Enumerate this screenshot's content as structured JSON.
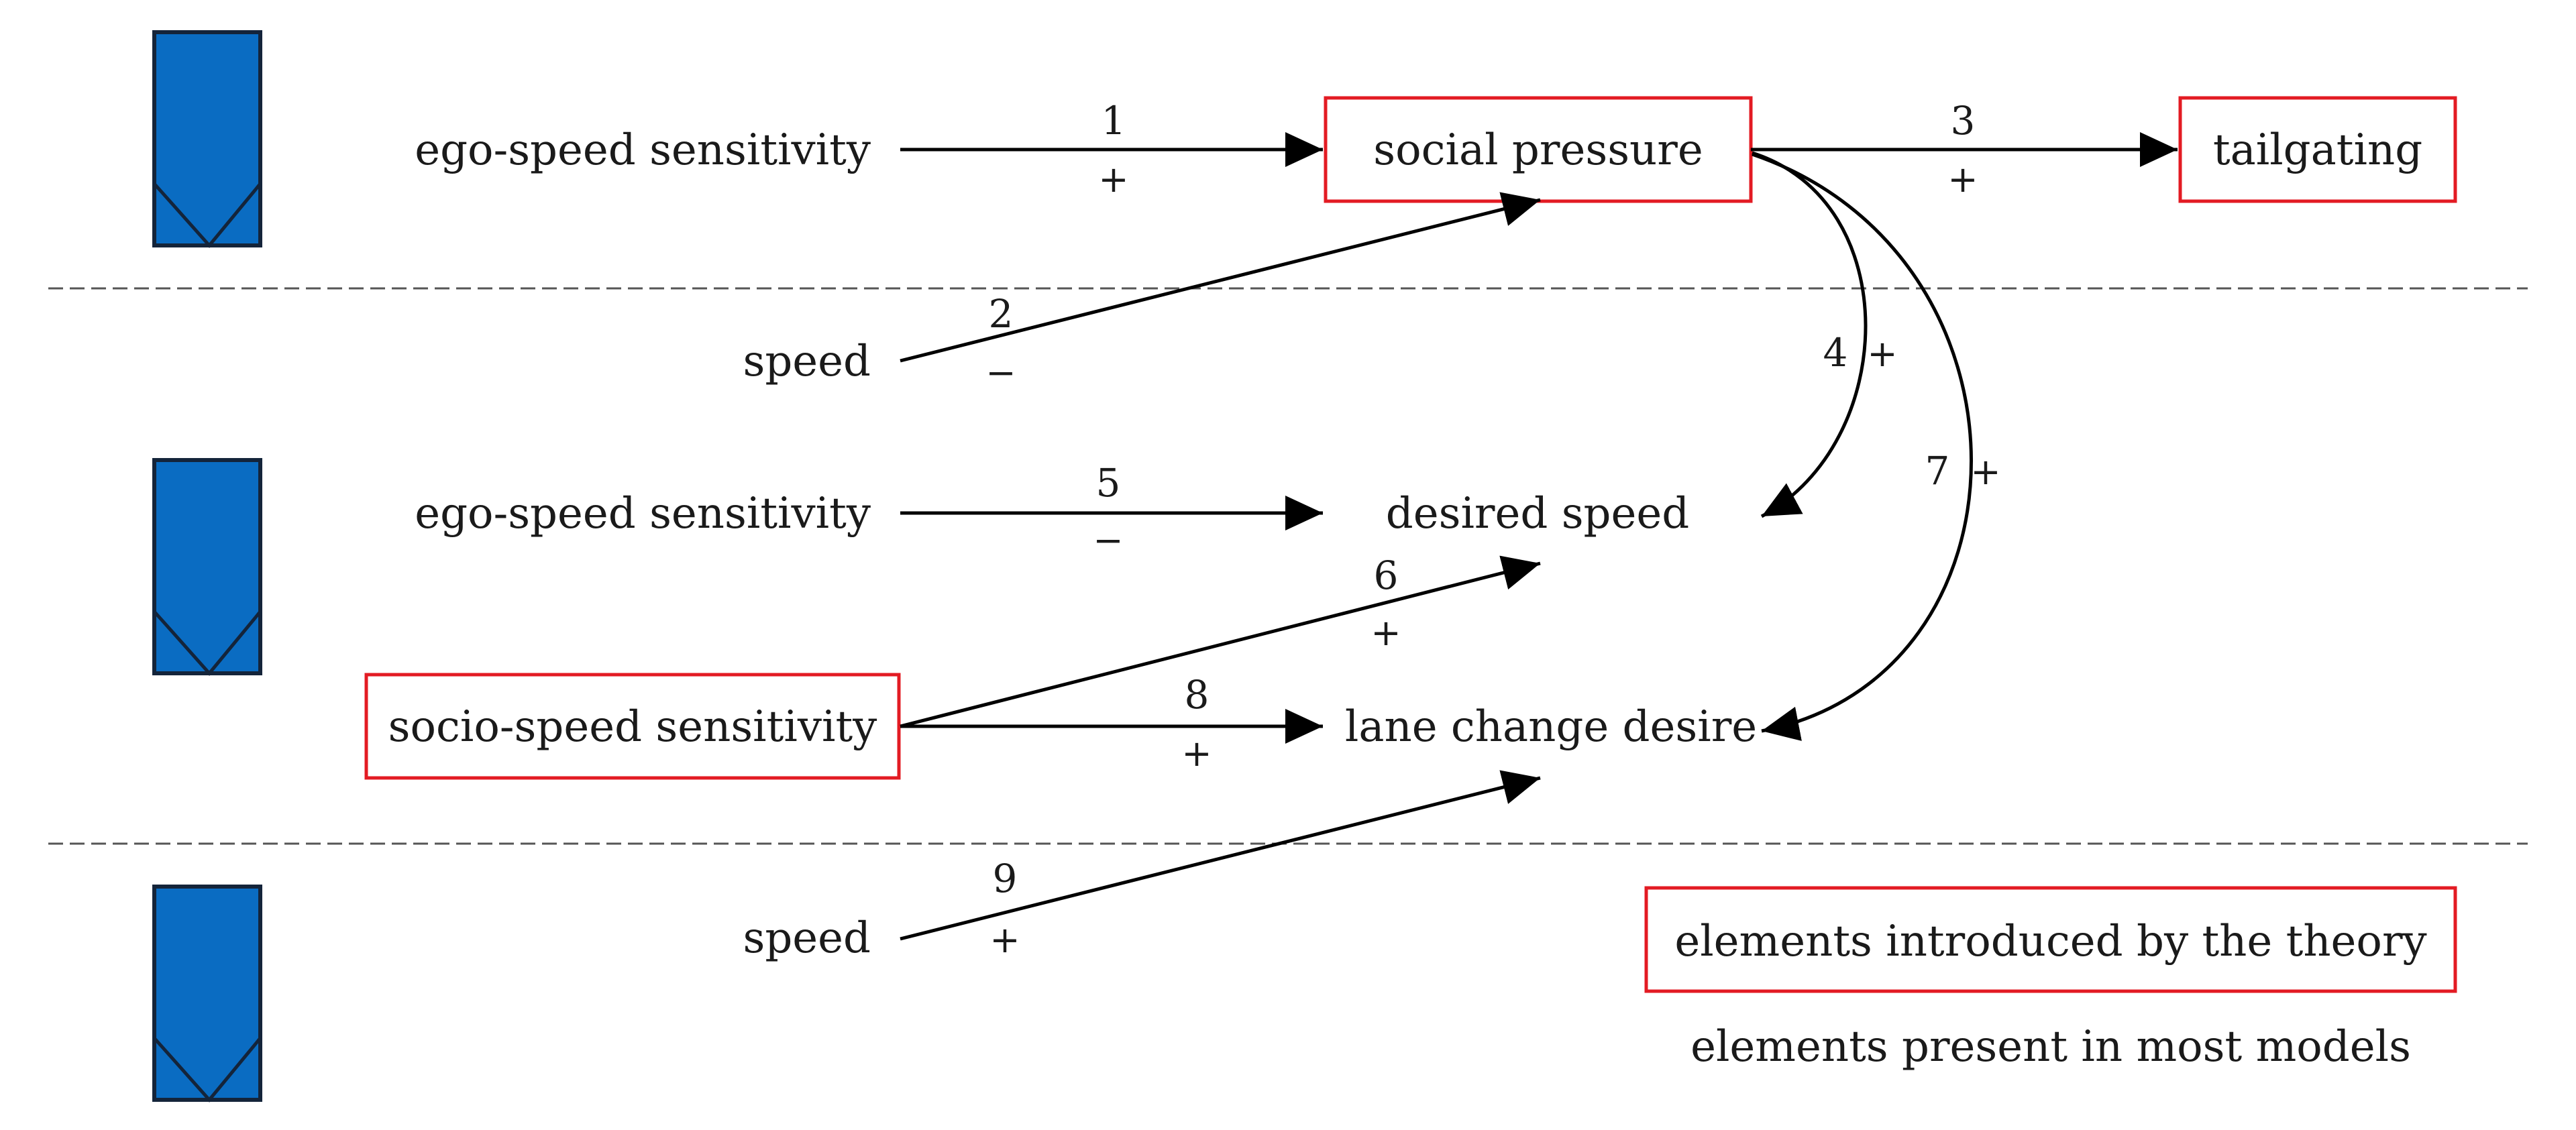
{
  "colors": {
    "highlight": "#e31b23",
    "car_fill": "#0a6cc2",
    "car_outline": "#14243a",
    "line": "#000000"
  },
  "nodes": {
    "ego_speed_sensitivity_top": "ego-speed sensitivity",
    "social_pressure": "social pressure",
    "tailgating": "tailgating",
    "speed_top": "speed",
    "ego_speed_sensitivity_mid": "ego-speed sensitivity",
    "desired_speed": "desired speed",
    "socio_speed_sensitivity": "socio-speed sensitivity",
    "lane_change_desire": "lane change desire",
    "speed_bottom": "speed"
  },
  "edges": [
    {
      "number": "1",
      "sign": "+"
    },
    {
      "number": "2",
      "sign": "−"
    },
    {
      "number": "3",
      "sign": "+"
    },
    {
      "number": "4",
      "sign": "+"
    },
    {
      "number": "5",
      "sign": "−"
    },
    {
      "number": "6",
      "sign": "+"
    },
    {
      "number": "7",
      "sign": "+"
    },
    {
      "number": "8",
      "sign": "+"
    },
    {
      "number": "9",
      "sign": "+"
    }
  ],
  "legend": {
    "introduced": "elements introduced by the theory",
    "present": "elements present in most models"
  },
  "lane_icons": [
    "car-icon",
    "car-icon",
    "car-icon"
  ]
}
